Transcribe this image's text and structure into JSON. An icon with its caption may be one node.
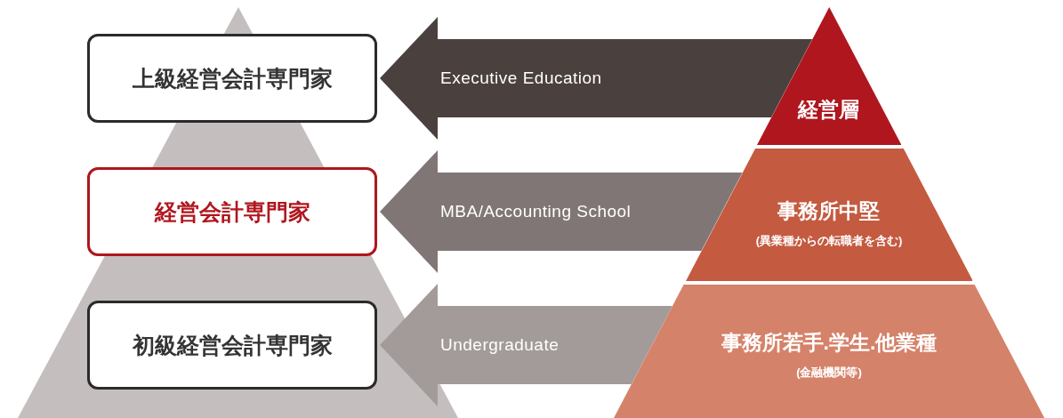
{
  "diagram": {
    "nodes": [
      {
        "text": [
          "上級経営会計専門家"
        ]
      },
      {
        "text": [
          "経営会計専門家"
        ]
      },
      {
        "text": [
          "初級経営会計専門家"
        ]
      },
      {
        "text": [
          "経営層"
        ]
      },
      {
        "text": [
          "事務所中堅",
          "(異業種からの転職者を含む)"
        ]
      },
      {
        "text": [
          "事務所若手.学生.他業種",
          "(金融機関等)"
        ]
      }
    ],
    "edges": [
      {
        "from": 3,
        "to": 0,
        "arrow": "to",
        "label": "Executive Education",
        "color": "#4a403e"
      },
      {
        "from": 4,
        "to": 1,
        "arrow": "to",
        "label": "MBA/Accounting School",
        "color": "#807675"
      },
      {
        "from": 5,
        "to": 2,
        "arrow": "to",
        "label": "Undergraduate",
        "color": "#a39b99"
      }
    ]
  }
}
